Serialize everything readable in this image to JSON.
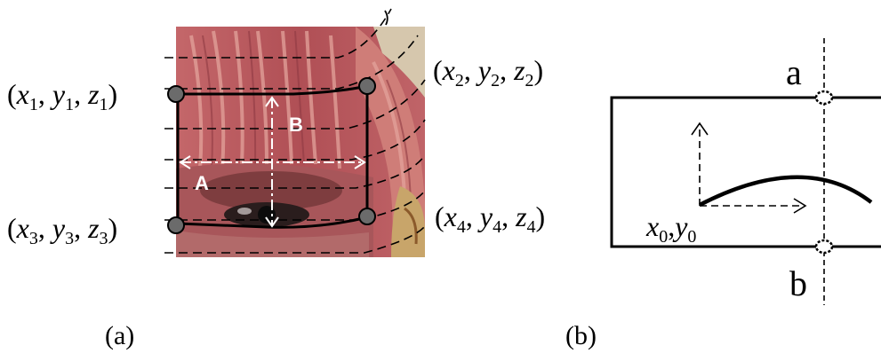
{
  "panel_a": {
    "caption": "(a)",
    "corners": {
      "p1": {
        "open": "(",
        "v1": "x",
        "s1": "1",
        "v2": "y",
        "s2": "1",
        "v3": "z",
        "s3": "1",
        "close": ")"
      },
      "p2": {
        "open": "(",
        "v1": "x",
        "s1": "2",
        "v2": "y",
        "s2": "2",
        "v3": "z",
        "s3": "2",
        "close": ")"
      },
      "p3": {
        "open": "(",
        "v1": "x",
        "s1": "3",
        "v2": "y",
        "s2": "3",
        "v3": "z",
        "s3": "3",
        "close": ")"
      },
      "p4": {
        "open": "(",
        "v1": "x",
        "s1": "4",
        "v2": "y",
        "s2": "4",
        "v3": "z",
        "s3": "4",
        "close": ")"
      }
    },
    "arrow_a_label": "A",
    "arrow_b_label": "B"
  },
  "panel_b": {
    "caption": "(b)",
    "label_top": "a",
    "label_bottom": "b",
    "origin": {
      "x": "x",
      "x_sub": "0",
      "sep": ",",
      "y": "y",
      "y_sub": "0"
    }
  },
  "colors": {
    "line": "#000000",
    "dot_fill": "#6b6b6b",
    "guide_white": "#ffffff",
    "muscle_red": "#b9585a",
    "muscle_light": "#d88b85",
    "cream": "#d9ccb0"
  }
}
